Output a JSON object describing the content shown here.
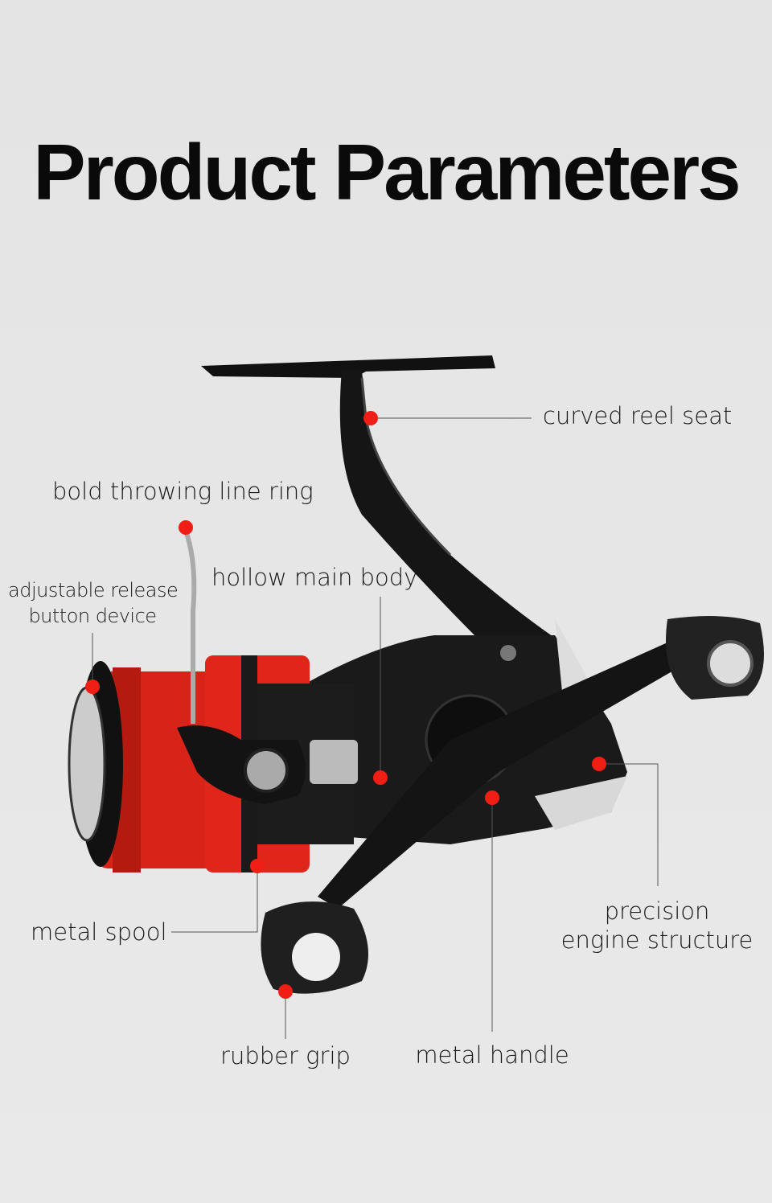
{
  "title": "Product Parameters",
  "labels": {
    "curved_reel_seat": "curved reel seat",
    "bold_throwing_line_ring": "bold throwing line ring",
    "adjustable_release_line1": "adjustable release",
    "adjustable_release_line2": "button device",
    "hollow_main_body": "hollow main body",
    "metal_spool": "metal spool",
    "rubber_grip": "rubber grip",
    "metal_handle": "metal handle",
    "precision_line1": "precision",
    "precision_line2": "engine structure"
  },
  "colors": {
    "marker": "#f01e14",
    "spool": "#e0261a",
    "body": "#161616"
  }
}
